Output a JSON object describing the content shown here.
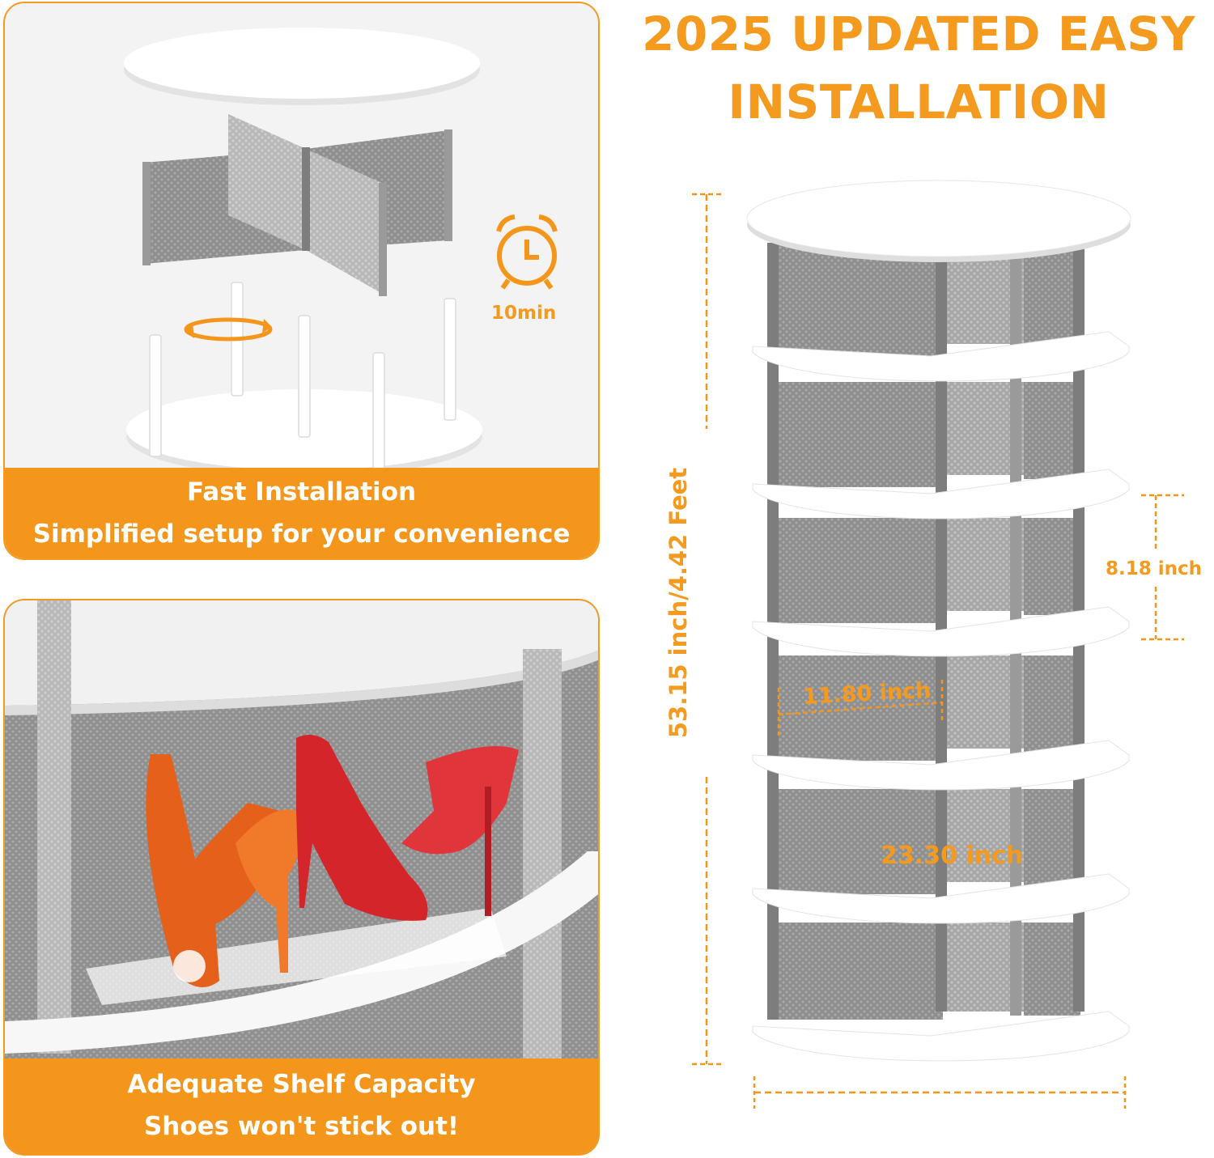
{
  "headline": {
    "line1": "2025 UPDATED EASY",
    "line2": "INSTALLATION"
  },
  "panel_install": {
    "timer_label": "10min",
    "caption_line1": "Fast Installation",
    "caption_line2": "Simplified setup for your convenience"
  },
  "panel_capacity": {
    "caption_line1": "Adequate Shelf Capacity",
    "caption_line2": "Shoes won't stick out!"
  },
  "dimensions": {
    "height": "53.15 inch/4.42 Feet",
    "shelf_spacing": "8.18 inch",
    "depth": "11.80 inch",
    "width": "23.30 inch"
  },
  "colors": {
    "accent": "#f5961c",
    "panel_gray": "#8f8f8f",
    "shelf_white": "#ffffff",
    "shoe_orange": "#e5601a",
    "shoe_red": "#d4252b"
  },
  "icons": {
    "timer": "alarm-clock-icon",
    "rotate": "rotate-arrows-icon"
  }
}
